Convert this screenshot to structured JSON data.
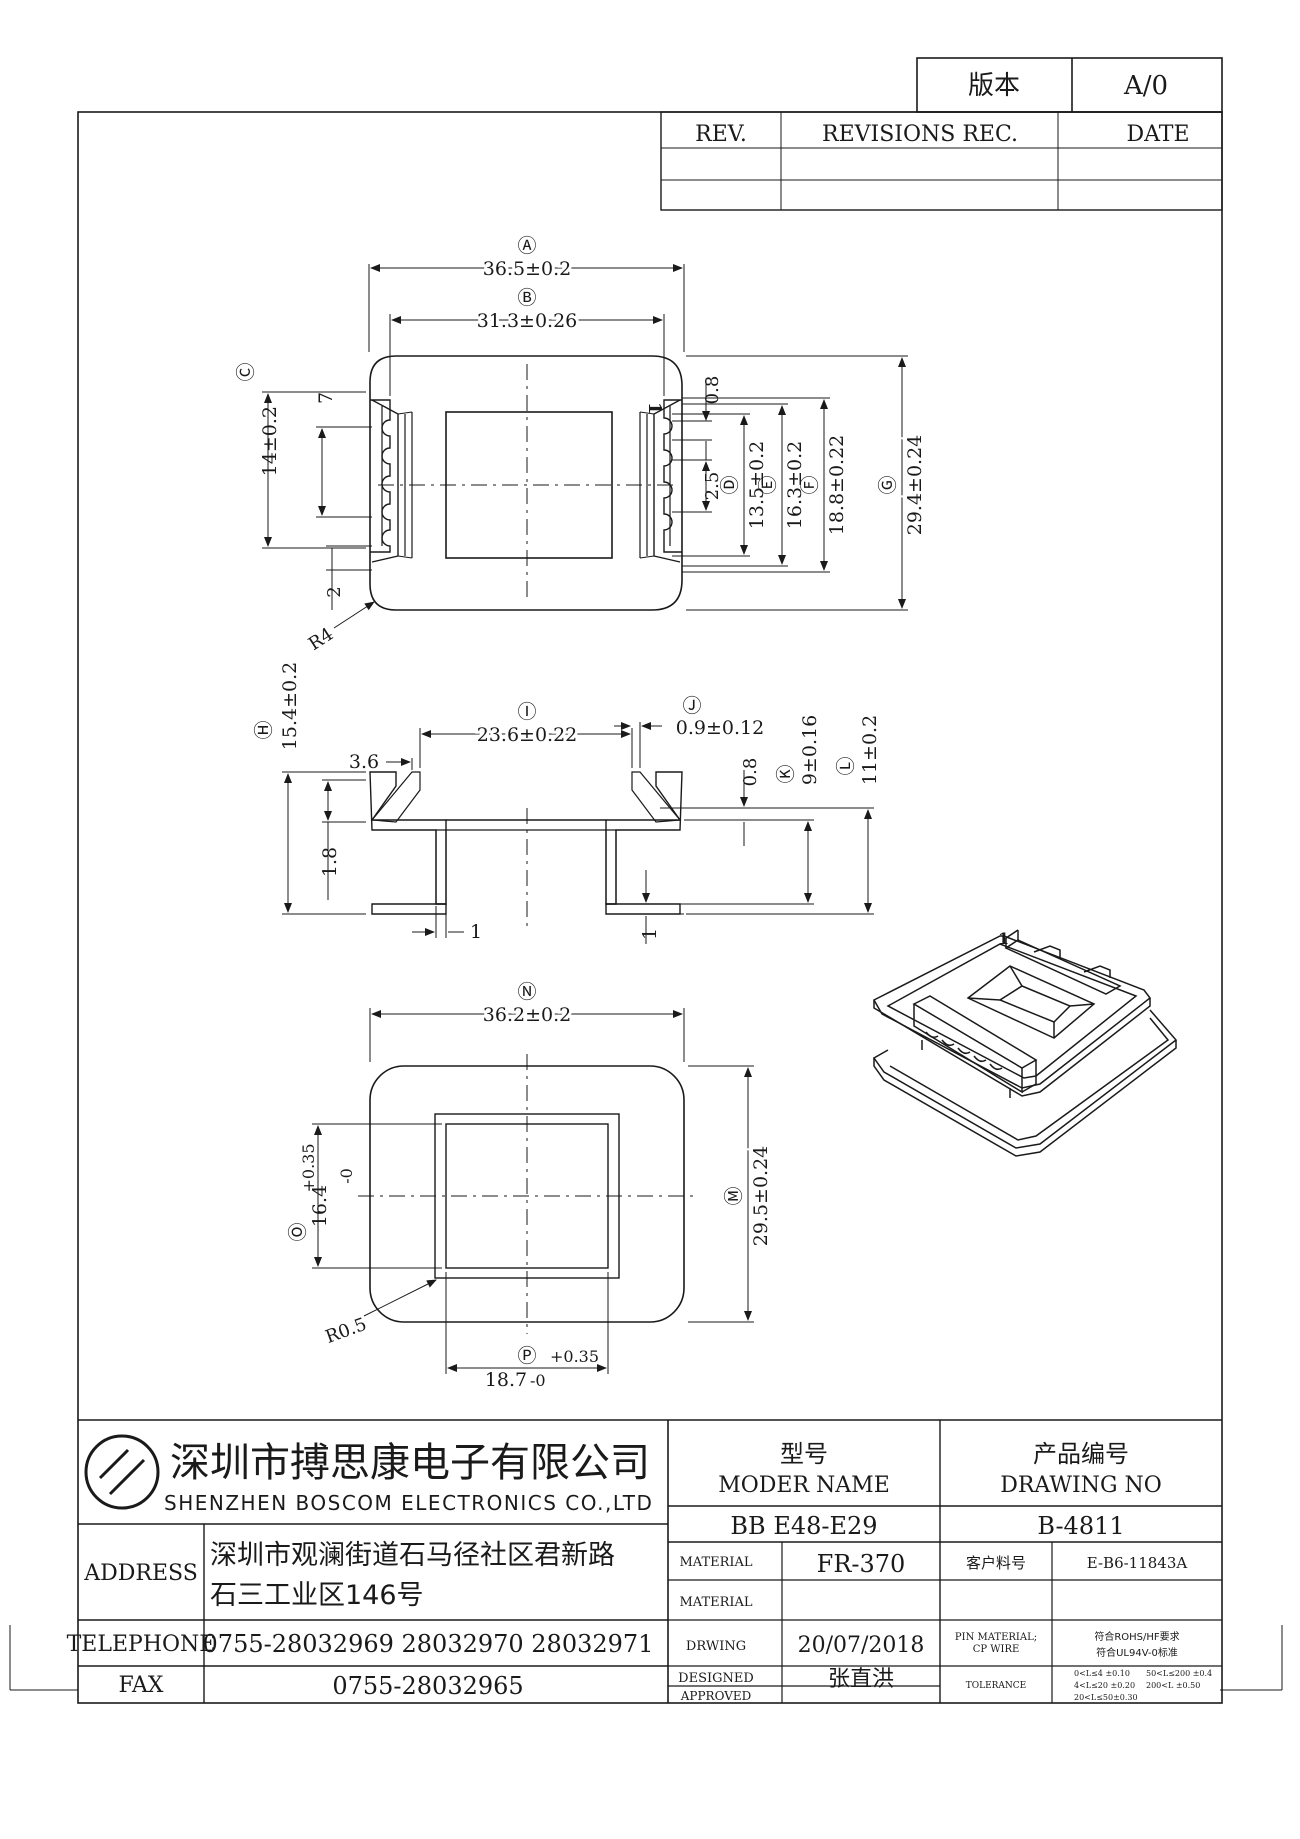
{
  "version": {
    "label": "版本",
    "value": "A/0"
  },
  "revisions": {
    "col_rev": "REV.",
    "col_rec": "REVISIONS REC.",
    "col_date": "DATE"
  },
  "top_view": {
    "A": {
      "marker": "Ⓐ",
      "value": "36.5±0.2"
    },
    "B": {
      "marker": "Ⓑ",
      "value": "31.3±0.26"
    },
    "C": {
      "marker": "Ⓒ",
      "value": "14±0.2"
    },
    "D": {
      "marker": "Ⓓ",
      "value": "13.5±0.2"
    },
    "E": {
      "marker": "Ⓔ",
      "value": "16.3±0.2"
    },
    "F": {
      "marker": "Ⓕ",
      "value": "18.8±0.22"
    },
    "G": {
      "marker": "Ⓖ",
      "value": "29.4±0.24"
    },
    "pin_pitch": "7",
    "slot_width": "0.8",
    "pin_gap": "2.5",
    "side_dim": "2",
    "radius": "R4",
    "pin_one": "1"
  },
  "side_view": {
    "H": {
      "marker": "Ⓗ",
      "value": "15.4±0.2"
    },
    "I": {
      "marker": "Ⓘ",
      "value": "23.6±0.22"
    },
    "J": {
      "marker": "Ⓙ",
      "value": "0.9±0.12"
    },
    "K": {
      "marker": "Ⓚ",
      "value": "9±0.16"
    },
    "L": {
      "marker": "Ⓛ",
      "value": "11±0.2"
    },
    "flange_offset": "3.6",
    "flange_thickness": "1.8",
    "groove": "0.8",
    "wall_left": "1",
    "wall_bottom": "1"
  },
  "bottom_view": {
    "N": {
      "marker": "Ⓝ",
      "value": "36.2±0.2"
    },
    "M": {
      "marker": "Ⓜ",
      "value": "29.5±0.24"
    },
    "O": {
      "marker": "Ⓞ",
      "value": "16.4",
      "tol_plus": "+0.35",
      "tol_minus": "-0"
    },
    "P": {
      "marker": "Ⓟ",
      "value": "18.7",
      "tol_plus": "+0.35",
      "tol_minus": "-0"
    },
    "radius": "R0.5"
  },
  "company": {
    "name_cn": "深圳市搏思康电子有限公司",
    "name_en": "SHENZHEN BOSCOM ELECTRONICS CO.,LTD"
  },
  "info": {
    "address_label": "ADDRESS",
    "address_line1": "深圳市观澜街道石马径社区君新路",
    "address_line2": "石三工业区146号",
    "telephone_label": "TELEPHONE",
    "telephone": "0755-28032969 28032970 28032971",
    "fax_label": "FAX",
    "fax": "0755-28032965"
  },
  "title_block": {
    "model_cn": "型号",
    "model_en": "MODER NAME",
    "drawing_cn": "产品编号",
    "drawing_en": "DRAWING NO",
    "model_value": "BB E48-E29",
    "drawing_value": "B-4811",
    "material_label": "MATERIAL",
    "material_value": "FR-370",
    "customer_label": "客户料号",
    "customer_value": "E-B6-11843A",
    "material2_label": "MATERIAL",
    "drwing_label": "DRWING",
    "drwing_date": "20/07/2018",
    "pin_label_1": "PIN MATERIAL;",
    "pin_label_2": "CP WIRE",
    "pin_value_1": "符合ROHS/HF要求",
    "pin_value_2": "符合UL94V-0标准",
    "designed_label": "DESIGNED",
    "designed_value": "张直洪",
    "approved_label": "APPROVED",
    "tolerance_label": "TOLERANCE",
    "tol_1a": "0<L≤4 ±0.10",
    "tol_1b": "50<L≤200 ±0.4",
    "tol_2a": "4<L≤20 ±0.20",
    "tol_2b": "200<L ±0.50",
    "tol_3a": "20<L≤50±0.30"
  }
}
